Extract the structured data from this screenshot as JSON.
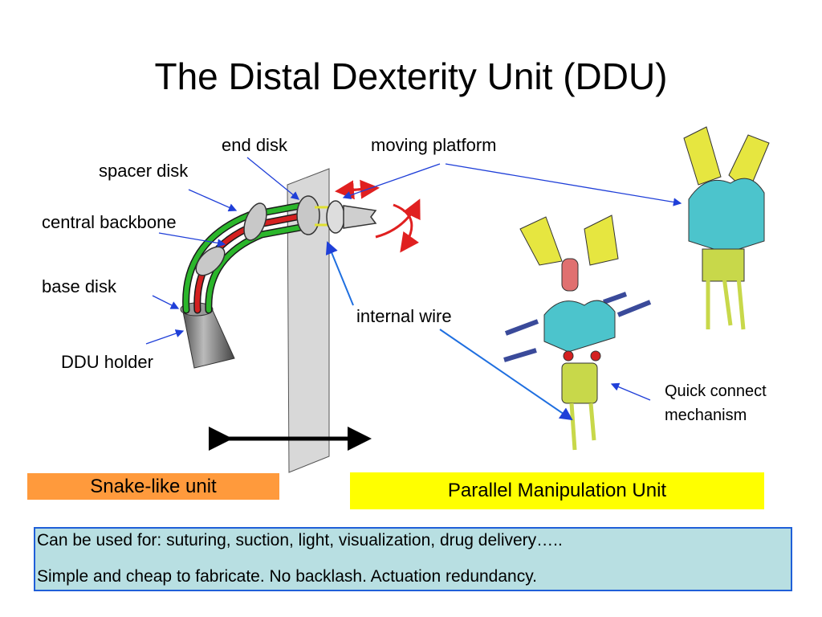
{
  "title": "The Distal Dexterity Unit (DDU)",
  "labels": {
    "end_disk": "end disk",
    "moving_platform": "moving platform",
    "spacer_disk": "spacer disk",
    "central_backbone": "central backbone",
    "base_disk": "base disk",
    "ddu_holder": "DDU holder",
    "internal_wire": "internal wire",
    "quick_connect": "Quick connect mechanism"
  },
  "boxes": {
    "snake_like_unit": "Snake-like unit",
    "parallel_manipulation_unit": "Parallel Manipulation Unit"
  },
  "info": {
    "line1": "Can be used for: suturing, suction, light, visualization, drug delivery…..",
    "line2": "Simple and cheap to fabricate. No backlash. Actuation redundancy."
  },
  "colors": {
    "snake_box": "#ff9a3c",
    "pmu_box": "#ffff00",
    "info_bg": "#b8dfe2",
    "info_border": "#1f5fd8",
    "callout_line": "#1f3fd8",
    "motion_arrow": "#e02020",
    "backbone_green": "#2bb62b",
    "backbone_red": "#d42020",
    "teal_part": "#4cc4cc",
    "yellow_part": "#e0e030"
  }
}
